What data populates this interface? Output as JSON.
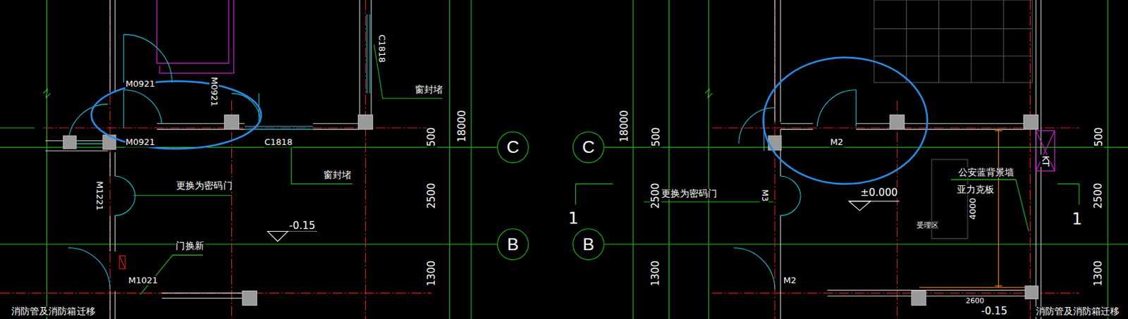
{
  "diagram": {
    "nodes": [
      {
        "text": [
          "C"
        ]
      },
      {
        "text": [
          "C"
        ]
      },
      {
        "text": [
          "B"
        ]
      },
      {
        "text": [
          "B"
        ]
      }
    ],
    "labels": [
      "M0921",
      "M0921",
      "M0921",
      "C1818",
      "窗封堵",
      "C1818",
      "窗封堵",
      "M1221",
      "更换为密码门",
      "-0.15",
      "门换新",
      "M1021",
      "消防管及消防箱迁移",
      "500",
      "18000",
      "2500",
      "1300",
      "18000",
      "500",
      "2500",
      "1300",
      "1",
      "更换为密码门",
      "M3",
      "M2",
      "±0.000",
      "公安蓝背景墙",
      "亚力克板",
      "受理区",
      "4000",
      "KT",
      "M2",
      "2600",
      "-0.15",
      "消防管及消防箱迁移",
      "500",
      "2500",
      "1300",
      "1"
    ]
  }
}
